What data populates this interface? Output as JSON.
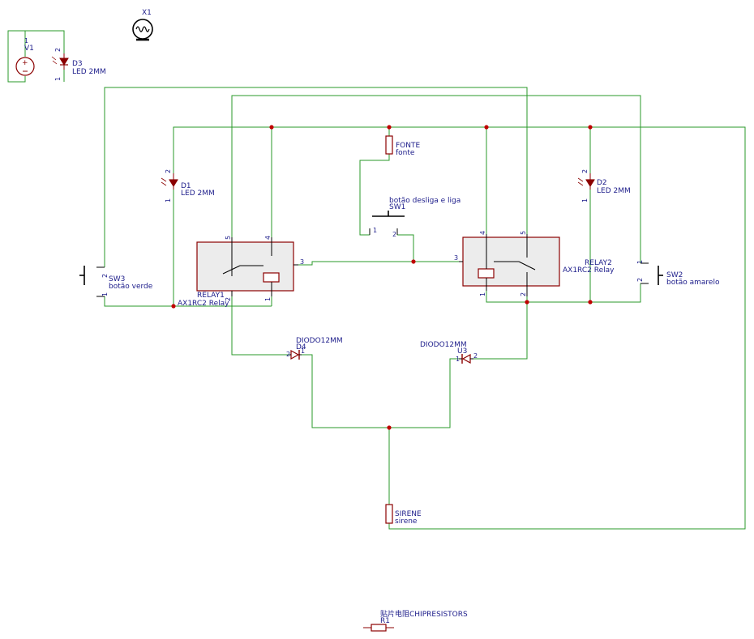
{
  "colors": {
    "wire": "#2a9a2a",
    "component": "#8b0000",
    "text": "#1c1c8a",
    "relay_fill": "#ececec",
    "junction": "#c00000"
  },
  "components": {
    "x1": {
      "ref": "X1",
      "icon": "lamp-icon"
    },
    "v1": {
      "pin": "1",
      "ref": "V1"
    },
    "d3": {
      "ref": "D3",
      "value": "LED 2MM",
      "pin_a": "2",
      "pin_k": "1"
    },
    "d1": {
      "ref": "D1",
      "value": "LED 2MM",
      "pin_a": "2",
      "pin_k": "1"
    },
    "d2": {
      "ref": "D2",
      "value": "LED 2MM",
      "pin_a": "2",
      "pin_k": "1"
    },
    "fonte": {
      "ref": "FONTE",
      "value": "fonte"
    },
    "sw1": {
      "ref": "SW1",
      "value": "botão desliga e liga",
      "pin1": "1",
      "pin2": "2"
    },
    "sw2": {
      "ref": "SW2",
      "value": "botão amarelo",
      "pin1": "1",
      "pin2": "2"
    },
    "sw3": {
      "ref": "SW3",
      "value": "botão verde",
      "pin1": "1",
      "pin2": "2"
    },
    "relay1": {
      "ref": "RELAY1",
      "value": "AX1RC2 Relay",
      "pin5": "5",
      "pin4": "4",
      "pin3": "3",
      "pin2": "2",
      "pin1": "1"
    },
    "relay2": {
      "ref": "RELAY2",
      "value": "AX1RC2 Relay",
      "pin4": "4",
      "pin5": "5",
      "pin3": "3",
      "pin1": "1",
      "pin2": "2"
    },
    "d4": {
      "ref": "D4",
      "value": "DIODO12MM",
      "pin_a": "2",
      "pin_k": "1"
    },
    "u3": {
      "ref": "U3",
      "value": "DIODO12MM",
      "pin_a": "2",
      "pin_k": "1"
    },
    "sirene": {
      "ref": "SIRENE",
      "value": "sirene"
    },
    "r1": {
      "ref": "R1",
      "value": "贴片电阻CHIPRESISTORS"
    }
  }
}
